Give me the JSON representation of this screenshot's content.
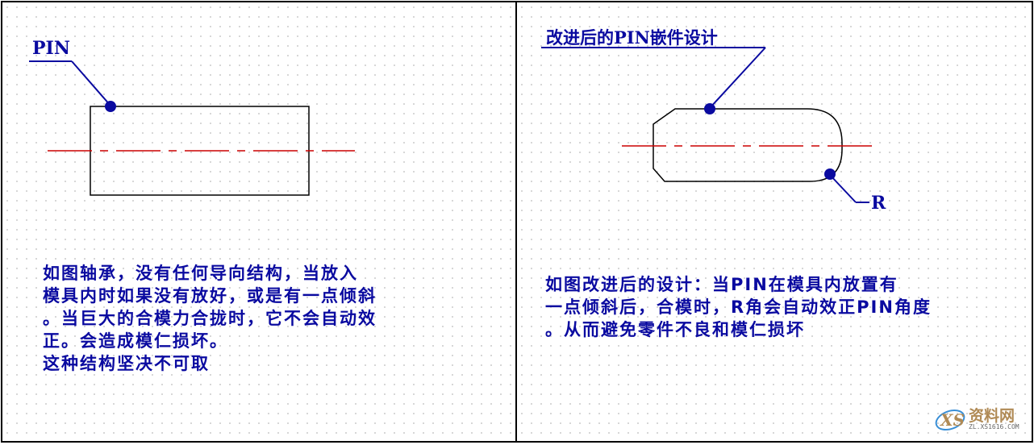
{
  "left": {
    "label": "PIN",
    "paragraph": [
      "  如图轴承，没有任何导向结构，当放入",
      "模具内时如果没有放好，或是有一点倾斜",
      "。当巨大的合模力合拢时，它不会自动效",
      "正。会造成模仁损坏。",
      "  这种结构坚决不可取"
    ]
  },
  "right": {
    "label": "改进后的PIN嵌件设计",
    "corner_label": "R",
    "paragraph": [
      "  如图改进后的设计：当PIN在模具内放置有",
      "一点倾斜后，合模时，R角会自动效正PIN角度",
      "。从而避免零件不良和模仁损坏"
    ]
  },
  "watermark": {
    "text": "资料网",
    "sub": "ZL.XS1616.COM"
  },
  "colors": {
    "text": "#0a0aa0",
    "leader": "#0a0aa0",
    "outline": "#000000",
    "centerline": "#cc0000"
  }
}
